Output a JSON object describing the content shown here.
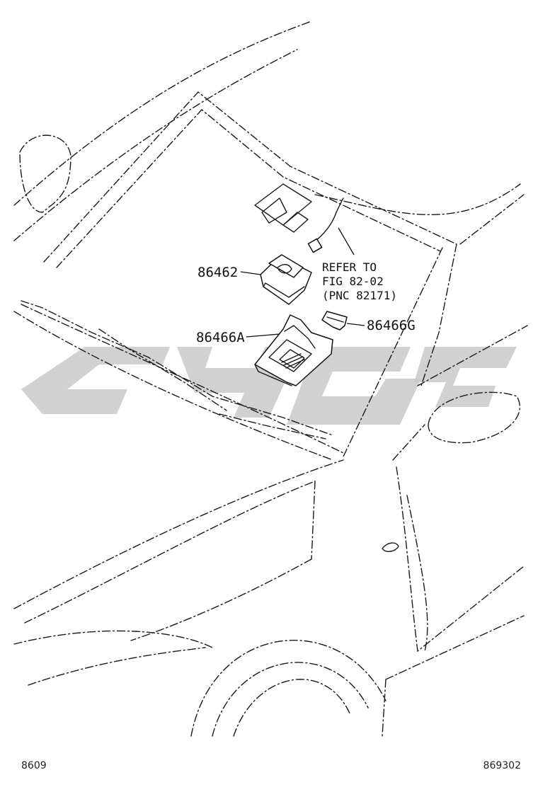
{
  "labels": {
    "part_86462": "86462",
    "part_86466A": "86466A",
    "part_86466G": "86466G"
  },
  "note": {
    "line1": "REFER TO",
    "line2": "FIG 82-02",
    "line3": "(PNC 82171)"
  },
  "footer": {
    "left_ref": "8609",
    "right_ref": "869302"
  }
}
